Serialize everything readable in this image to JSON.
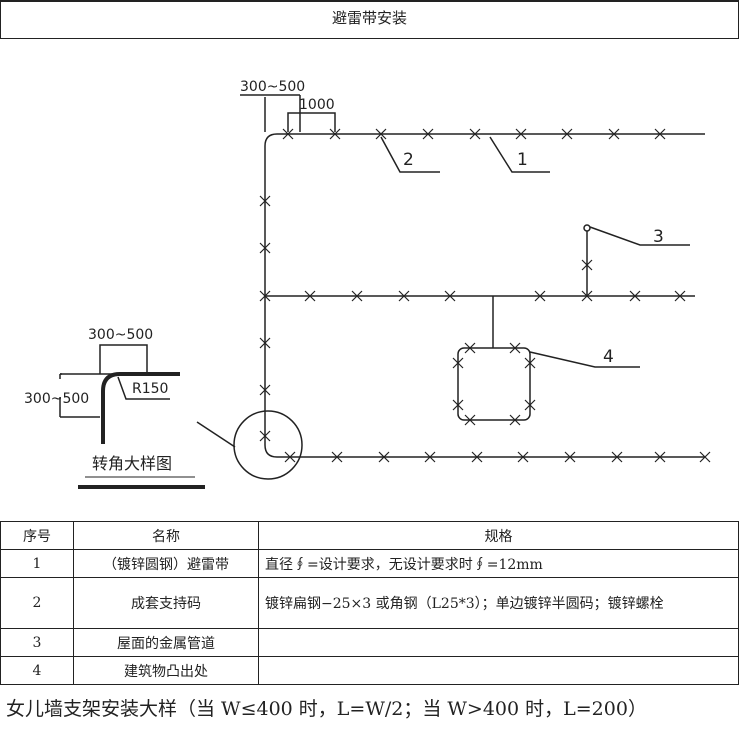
{
  "title": "避雷带安装",
  "diagram": {
    "dim_top": "300~500",
    "dim_spacing": "1000",
    "labels": [
      "1",
      "2",
      "3",
      "4"
    ],
    "detail": {
      "dim_h": "300~500",
      "dim_v": "300~500",
      "radius": "R150",
      "caption": "转角大样图"
    }
  },
  "table": {
    "headers": [
      "序号",
      "名称",
      "规格"
    ],
    "rows": [
      {
        "no": "1",
        "name": "（镀锌圆钢）避雷带",
        "spec": "直径∮=设计要求，无设计要求时∮=12mm"
      },
      {
        "no": "2",
        "name": "成套支持码",
        "spec": "镀锌扁钢−25×3 或角钢（L25*3）；单边镀锌半圆码；镀锌螺栓"
      },
      {
        "no": "3",
        "name": "屋面的金属管道",
        "spec": ""
      },
      {
        "no": "4",
        "name": "建筑物凸出处",
        "spec": ""
      }
    ]
  },
  "caption": "女儿墙支架安装大样（当 W≤400 时，L=W/2；当 W>400 时，L=200）"
}
